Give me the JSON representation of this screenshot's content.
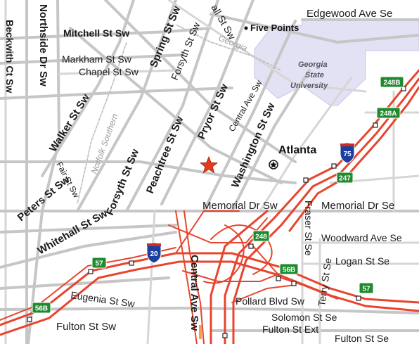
{
  "map": {
    "streets": {
      "beckwith": "Beckwith Ct Sw",
      "northside": "Northside Dr Sw",
      "mitchell": "Mitchell St Sw",
      "markham": "Markham St Sw",
      "chapel": "Chapel St Sw",
      "spring": "Spring St Sw",
      "forsyth_top": "Forsyth St Sw",
      "forsyth_mid": "Forsyth St Sw",
      "walker": "Walker St Sw",
      "peachtree": "Peachtree St Sw",
      "pryor": "Pryor St Sw",
      "central_top": "Central Ave Sw",
      "washington": "Washington St Sw",
      "whitehall_top": "all St Sw",
      "edgewood": "Edgewood Ave Se",
      "fair": "Fair St Sw",
      "peters": "Peters St Sw",
      "whitehall": "Whitehall St Sw",
      "memorial_sw": "Memorial Dr Sw",
      "memorial_se": "Memorial Dr Se",
      "fraser": "Fraser St Se",
      "woodward": "Woodward Ave Se",
      "logan": "Logan St Se",
      "terry": "Terry St Se",
      "central_bottom": "Central Ave Sw",
      "eugenia": "Eugenia St Sw",
      "pollard": "Pollard Blvd Sw",
      "solomon": "Solomon St Se",
      "fulton_sw": "Fulton St Sw",
      "fulton_ext": "Fulton St Ext",
      "fulton_se": "Fulton St Se"
    },
    "rail": {
      "georgia": "Georgia",
      "norfolk_southern": "Norfolk Southern"
    },
    "campus": {
      "line1": "Georgia",
      "line2": "State",
      "line3": "University"
    },
    "places": {
      "five_points": "Five Points",
      "atlanta": "Atlanta"
    },
    "shields": {
      "i75": "75",
      "i20": "20"
    },
    "exits": {
      "e248b": "248B",
      "e248a": "248A",
      "e247": "247",
      "e248": "248",
      "e56b_right": "56B",
      "e57_right": "57",
      "e57_left": "57",
      "e56b_left": "56B"
    },
    "colors": {
      "highway": "#e8442e",
      "road": "#c6c6c6",
      "campus": "#e3e1f4",
      "exit_sign": "#1f8a2e",
      "interstate_shield": "#1b3f9e",
      "marker": "#e23a1c"
    },
    "icons": {
      "location_marker": "red-star",
      "city_marker": "star-in-circle"
    }
  }
}
